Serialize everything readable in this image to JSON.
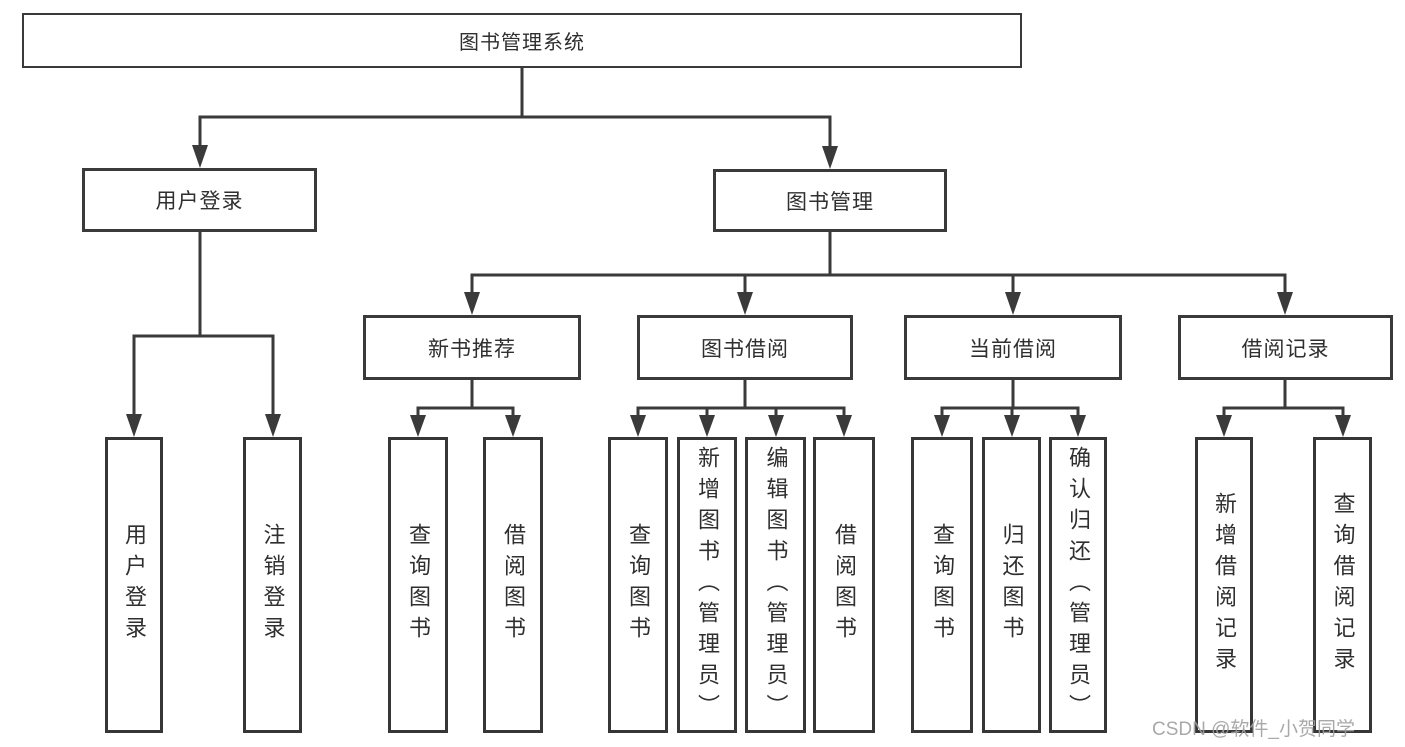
{
  "diagram": {
    "root": "图书管理系统",
    "user_login": {
      "label": "用户登录",
      "children": [
        "用户登录",
        "注销登录"
      ]
    },
    "book_mgmt": {
      "label": "图书管理"
    },
    "new_books": {
      "label": "新书推荐",
      "children": [
        "查询图书",
        "借阅图书"
      ]
    },
    "book_borrow": {
      "label": "图书借阅",
      "children": [
        "查询图书",
        "新增图书（管理员）",
        "编辑图书（管理员）",
        "借阅图书"
      ]
    },
    "current_borrow": {
      "label": "当前借阅",
      "children": [
        "查询图书",
        "归还图书",
        "确认归还（管理员）"
      ]
    },
    "borrow_records": {
      "label": "借阅记录",
      "children": [
        "新增借阅记录",
        "查询借阅记录"
      ]
    }
  },
  "watermark": {
    "text": "CSDN @软件_小贺同学"
  },
  "colors": {
    "background": "#ffffff",
    "line": "#3a3a3a",
    "text": "#2f2f2f",
    "watermark": "#a0a0a0"
  }
}
